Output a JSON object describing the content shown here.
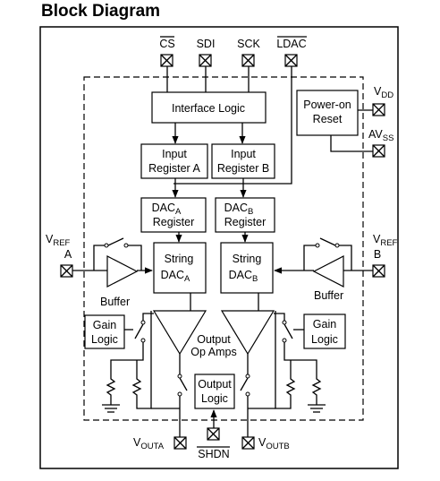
{
  "page": {
    "title": "Block Diagram"
  },
  "pins": {
    "cs": "CS",
    "sdi": "SDI",
    "sck": "SCK",
    "ldac": "LDAC",
    "vdd": "V",
    "vdd_sub": "DD",
    "avss": "AV",
    "avss_sub": "SS",
    "vref_a": "V",
    "vref_a_sub": "REF",
    "vref_a_ch": "A",
    "vref_b": "V",
    "vref_b_sub": "REF",
    "vref_b_ch": "B",
    "vouta": "V",
    "vouta_sub": "OUTA",
    "voutb": "V",
    "voutb_sub": "OUTB",
    "shdn": "SHDN"
  },
  "blocks": {
    "interface_logic": "Interface Logic",
    "power_on_reset": [
      "Power-on",
      "Reset"
    ],
    "input_reg_a": [
      "Input",
      "Register A"
    ],
    "input_reg_b": [
      "Input",
      "Register B"
    ],
    "dac_reg_a": {
      "name": "DAC",
      "sub": "A",
      "line2": "Register"
    },
    "dac_reg_b": {
      "name": "DAC",
      "sub": "B",
      "line2": "Register"
    },
    "string_dac_a": {
      "line1": "String",
      "name": "DAC",
      "sub": "A"
    },
    "string_dac_b": {
      "line1": "String",
      "name": "DAC",
      "sub": "B"
    },
    "gain_logic_a": [
      "Gain",
      "Logic"
    ],
    "gain_logic_b": [
      "Gain",
      "Logic"
    ],
    "output_logic": [
      "Output",
      "Logic"
    ]
  },
  "labels": {
    "buffer_a": "Buffer",
    "buffer_b": "Buffer",
    "output_op_amps": [
      "Output",
      "Op Amps"
    ]
  }
}
